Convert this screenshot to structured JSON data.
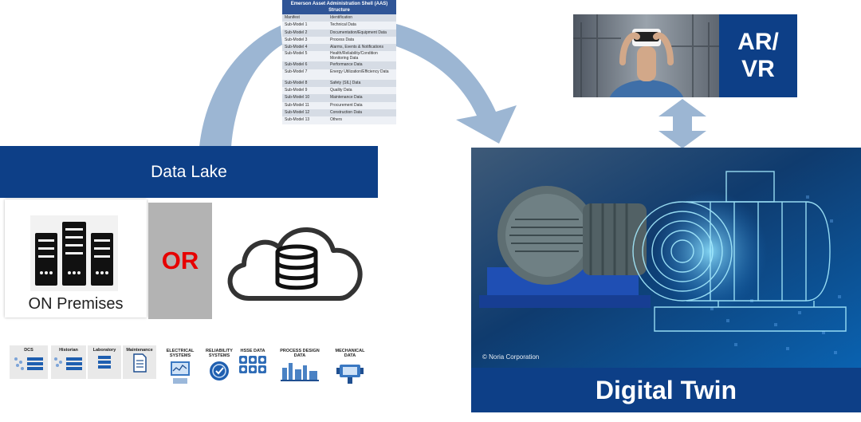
{
  "aas": {
    "title": "Emerson Asset Administration Shell (AAS) Structure",
    "rows": [
      [
        "Manifest",
        "Identification"
      ],
      [
        "Sub-Model 1",
        "Technical Data"
      ],
      [
        "Sub-Model 2",
        "Documentation/Equipment Data"
      ],
      [
        "Sub-Model 3",
        "Process Data"
      ],
      [
        "Sub-Model 4",
        "Alarms, Events & Notifications"
      ],
      [
        "Sub-Model 5",
        "Health/Reliability/Condition Monitoring Data"
      ],
      [
        "Sub-Model 6",
        "Performance Data"
      ],
      [
        "Sub-Model 7",
        "Energy Utilization/Efficiency Data"
      ],
      [
        "Sub-Model 8",
        "Safety (SIL) Data"
      ],
      [
        "Sub-Model 9",
        "Quality Data"
      ],
      [
        "Sub-Model 10",
        "Maintenance Data"
      ],
      [
        "Sub-Model 11",
        "Procurement Data"
      ],
      [
        "Sub-Model 12",
        "Construction Data"
      ],
      [
        "Sub-Model 13",
        "Others"
      ]
    ]
  },
  "data_lake": {
    "title": "Data Lake",
    "on_premises": "ON Premises",
    "or": "OR"
  },
  "sources": {
    "dcs": "DCS",
    "historian": "Historian",
    "laboratory": "Laboratory",
    "maintenance": "Maintenance",
    "electrical": "ELECTRICAL SYSTEMS",
    "reliability": "RELIABILITY SYSTEMS",
    "hsse": "HSSE DATA",
    "process_design": "PROCESS DESIGN DATA",
    "mechanical": "MECHANICAL DATA"
  },
  "arvr": {
    "line1": "AR/",
    "line2": "VR"
  },
  "digital_twin": {
    "title": "Digital Twin",
    "copyright": "© Noria Corporation"
  },
  "colors": {
    "navy": "#0d3f87",
    "arc": "#9cb6d3",
    "or_red": "#e60000",
    "or_gray": "#b3b3b3"
  }
}
